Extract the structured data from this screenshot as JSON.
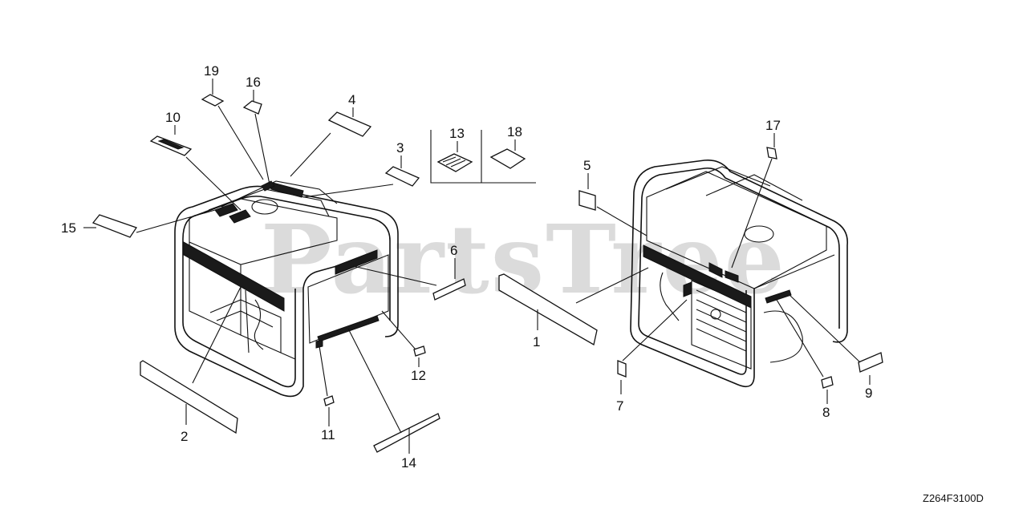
{
  "diagram": {
    "watermark": "PartsTree",
    "drawing_code": "Z264F3100D",
    "callouts": [
      {
        "key": "c1",
        "label": "1"
      },
      {
        "key": "c2",
        "label": "2"
      },
      {
        "key": "c3",
        "label": "3"
      },
      {
        "key": "c4",
        "label": "4"
      },
      {
        "key": "c5",
        "label": "5"
      },
      {
        "key": "c6",
        "label": "6"
      },
      {
        "key": "c7",
        "label": "7"
      },
      {
        "key": "c8",
        "label": "8"
      },
      {
        "key": "c9",
        "label": "9"
      },
      {
        "key": "c10",
        "label": "10"
      },
      {
        "key": "c11",
        "label": "11"
      },
      {
        "key": "c12",
        "label": "12"
      },
      {
        "key": "c13",
        "label": "13"
      },
      {
        "key": "c14",
        "label": "14"
      },
      {
        "key": "c15",
        "label": "15"
      },
      {
        "key": "c16",
        "label": "16"
      },
      {
        "key": "c17",
        "label": "17"
      },
      {
        "key": "c18",
        "label": "18"
      },
      {
        "key": "c19",
        "label": "19"
      }
    ]
  }
}
